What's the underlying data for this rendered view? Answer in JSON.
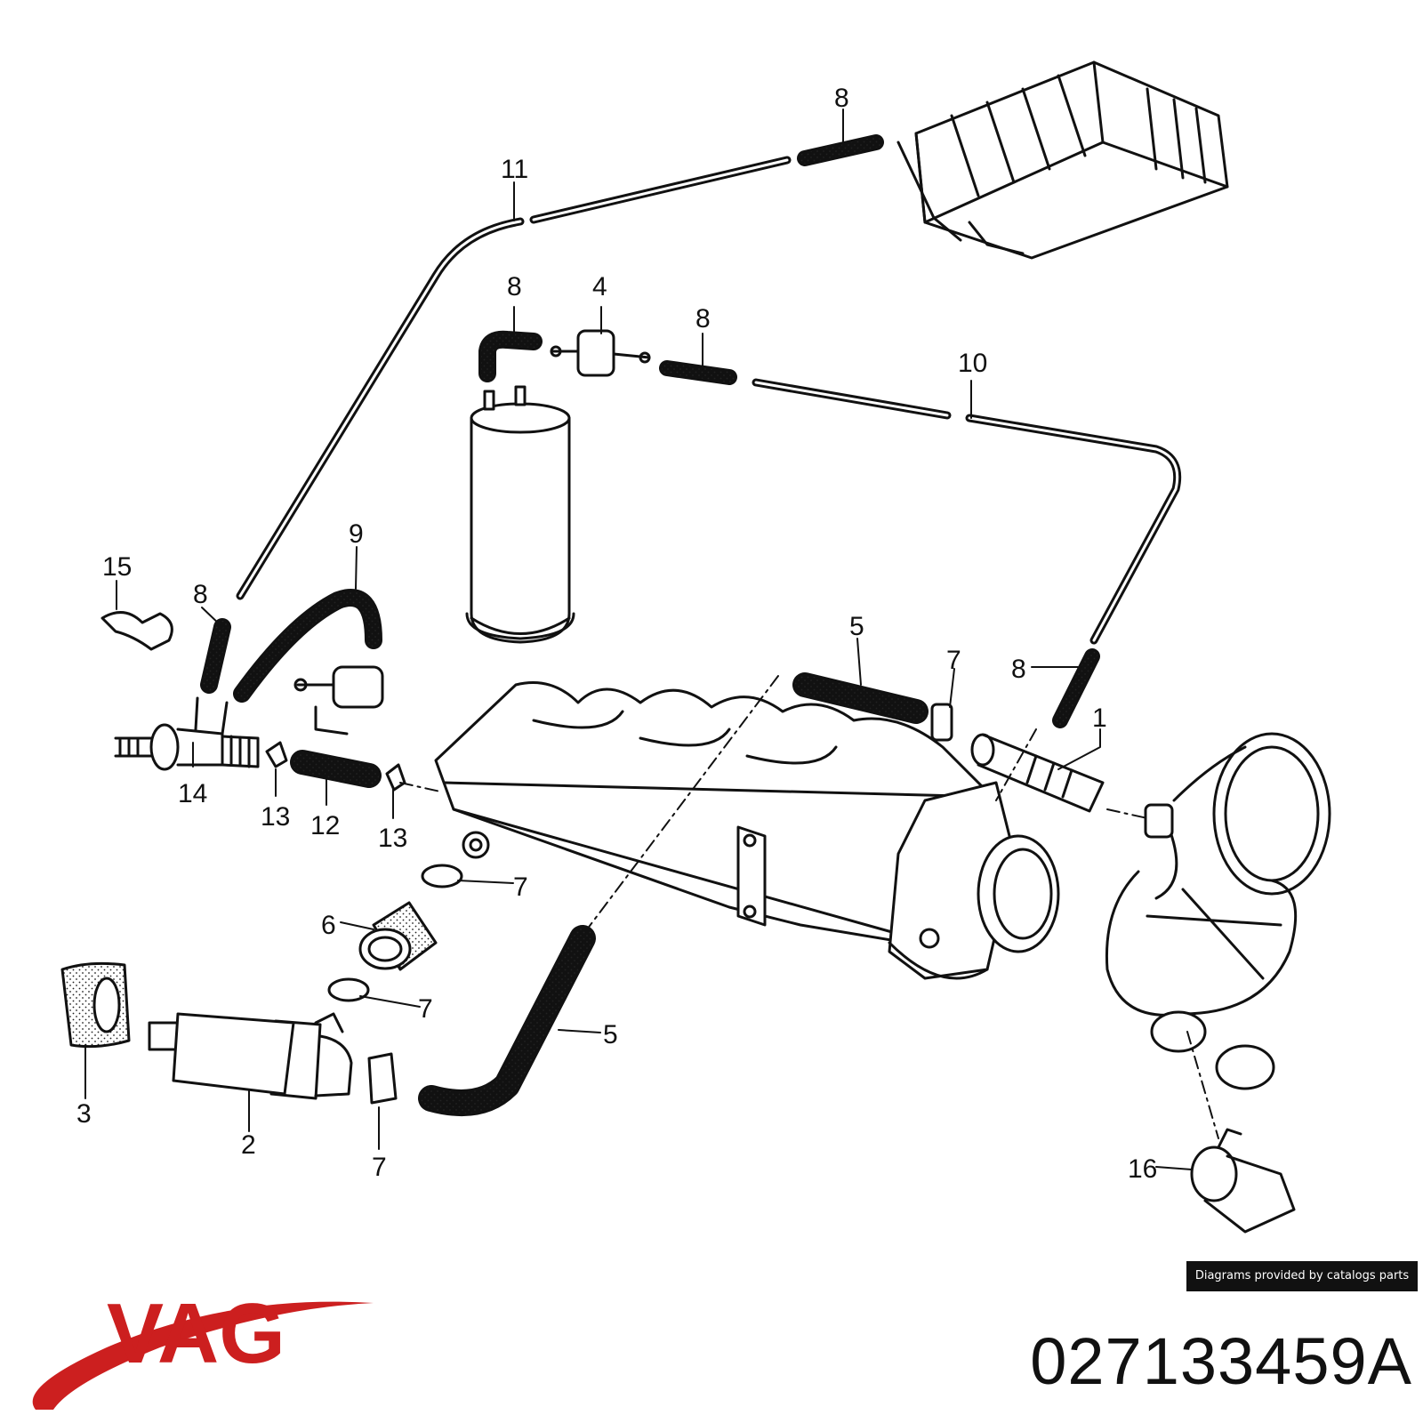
{
  "diagram": {
    "callouts": [
      "1",
      "2",
      "3",
      "4",
      "5",
      "5",
      "6",
      "7",
      "7",
      "7",
      "7",
      "8",
      "8",
      "8",
      "8",
      "8",
      "9",
      "10",
      "11",
      "12",
      "13",
      "13",
      "14",
      "15",
      "16"
    ]
  },
  "credit_text": "Diagrams provided by catalogs parts",
  "part_number": "027133459A",
  "brand": {
    "name": "VAG",
    "color": "#cc1f1f"
  },
  "colors": {
    "line": "#111111",
    "background": "#ffffff"
  }
}
